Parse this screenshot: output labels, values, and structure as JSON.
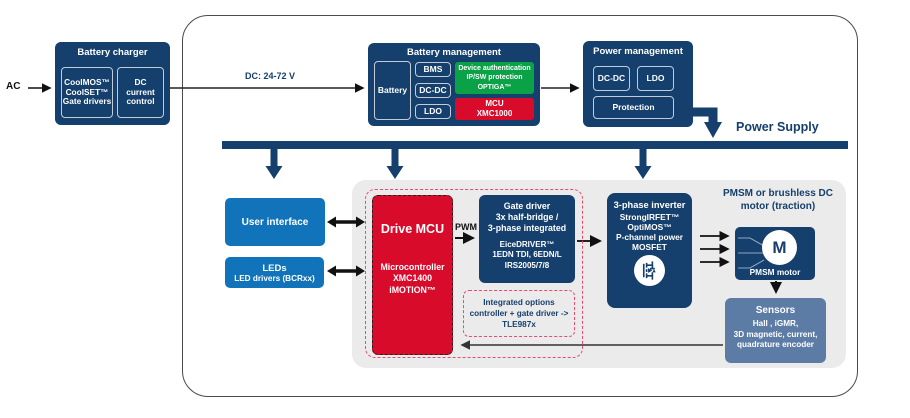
{
  "labels": {
    "ac": "AC",
    "dc_link": "DC: 24-72 V",
    "pwm": "PWM",
    "power_supply": "Power Supply",
    "motor_heading": "PMSM or brushless DC\nmotor (traction)"
  },
  "battery_charger": {
    "title": "Battery charger",
    "gate_drivers": "CoolMOS™\nCoolSET™\nGate drivers",
    "dc_current_control": "DC\ncurrent\ncontrol"
  },
  "battery_management": {
    "title": "Battery management",
    "battery": "Battery",
    "bms": "BMS",
    "dc_dc": "DC-DC",
    "ldo": "LDO",
    "security": "Device authentication\nIP/SW protection\nOPTIGA™",
    "mcu": "MCU\nXMC1000"
  },
  "power_management": {
    "title": "Power management",
    "dc_dc": "DC-DC",
    "ldo": "LDO",
    "protection": "Protection"
  },
  "user_interface": {
    "label": "User interface"
  },
  "leds": {
    "title": "LEDs",
    "subtitle": "LED drivers (BCRxx)"
  },
  "drive_mcu": {
    "title": "Drive MCU",
    "details": "Microcontroller\nXMC1400\niMOTION™"
  },
  "gate_driver": {
    "title": "Gate driver\n3x half-bridge /\n3-phase integrated",
    "details": "EiceDRIVER™\n1EDN TDI, 6EDN/L\nIRS2005/7/8"
  },
  "integrated_options": {
    "text": "Integrated options\ncontroller + gate driver ->\nTLE987x"
  },
  "inverter": {
    "title": "3-phase inverter",
    "details": "StrongIRFET™\nOptiMOS™\nP-channel power\nMOSFET"
  },
  "motor": {
    "letter": "M",
    "label": "PMSM motor"
  },
  "sensors": {
    "title": "Sensors",
    "details": "Hall , iGMR,\n3D magnetic, current,\nquadrature encoder"
  },
  "colors": {
    "navy": "#153f6c",
    "blue": "#1173ba",
    "red": "#d90b2b",
    "green": "#0aa147",
    "slate": "#5c7ca6",
    "dashed_red": "#e94b6e",
    "panel_gray": "#ebebeb"
  }
}
